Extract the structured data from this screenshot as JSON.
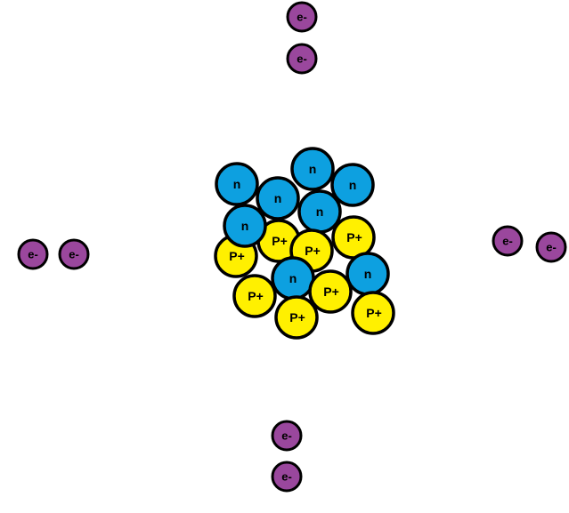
{
  "labels": {
    "electron": "e-",
    "neutron": "n",
    "proton": "P+"
  },
  "colors": {
    "electron_fill": "#9a479d",
    "neutron_fill": "#0da0e0",
    "proton_fill": "#fff000",
    "outline": "#000000"
  },
  "counts": {
    "electrons": 8,
    "neutrons": 8,
    "protons": 8
  }
}
